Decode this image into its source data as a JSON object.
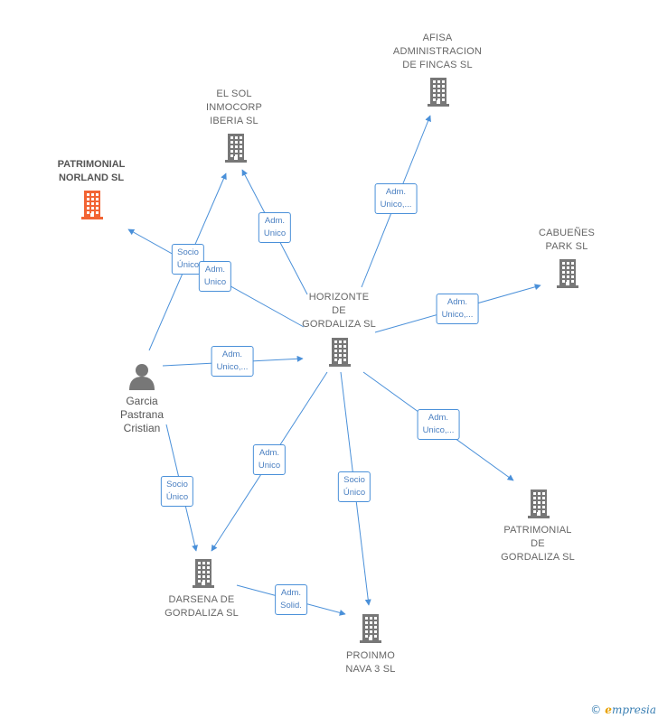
{
  "colors": {
    "edge": "#4a90d9",
    "node": "#777777",
    "highlight": "#f26434"
  },
  "icons": {
    "company": "building-icon",
    "person": "person-icon"
  },
  "nodes": {
    "horizonte": {
      "lines": [
        "HORIZONTE",
        "DE",
        "GORDALIZA  SL"
      ]
    },
    "elsol": {
      "lines": [
        "EL SOL",
        "INMOCORP",
        "IBERIA  SL"
      ]
    },
    "afisa": {
      "lines": [
        "AFISA",
        "ADMINISTRACION",
        "DE FINCAS  SL"
      ]
    },
    "patrimonial_norland": {
      "lines": [
        "PATRIMONIAL",
        "NORLAND  SL"
      ]
    },
    "cabuenes": {
      "lines": [
        "CABUEÑES",
        "PARK  SL"
      ]
    },
    "garcia": {
      "lines": [
        "Garcia",
        "Pastrana",
        "Cristian"
      ]
    },
    "patrimonial_gordaliza": {
      "lines": [
        "PATRIMONIAL",
        "DE",
        "GORDALIZA  SL"
      ]
    },
    "darsena": {
      "lines": [
        "DARSENA DE",
        "GORDALIZA  SL"
      ]
    },
    "proinmo": {
      "lines": [
        "PROINMO",
        "NAVA 3  SL"
      ]
    }
  },
  "edges": [
    {
      "id": "garcia-elsol",
      "lines": [
        "Socio",
        "Único"
      ]
    },
    {
      "id": "horizonte-norland",
      "lines": [
        "Adm.",
        "Unico"
      ]
    },
    {
      "id": "horizonte-elsol",
      "lines": [
        "Adm.",
        "Unico"
      ]
    },
    {
      "id": "horizonte-afisa",
      "lines": [
        "Adm.",
        "Unico,..."
      ]
    },
    {
      "id": "horizonte-cabuenes",
      "lines": [
        "Adm.",
        "Unico,..."
      ]
    },
    {
      "id": "garcia-horizonte",
      "lines": [
        "Adm.",
        "Unico,..."
      ]
    },
    {
      "id": "horizonte-patgordaliza",
      "lines": [
        "Adm.",
        "Unico,..."
      ]
    },
    {
      "id": "horizonte-darsena",
      "lines": [
        "Adm.",
        "Unico"
      ]
    },
    {
      "id": "garcia-darsena",
      "lines": [
        "Socio",
        "Único"
      ]
    },
    {
      "id": "horizonte-proinmo",
      "lines": [
        "Socio",
        "Único"
      ]
    },
    {
      "id": "darsena-proinmo",
      "lines": [
        "Adm.",
        "Solid."
      ]
    }
  ],
  "footer": {
    "copyright": "©",
    "brand_initial": "e",
    "brand_rest": "mpresia"
  }
}
